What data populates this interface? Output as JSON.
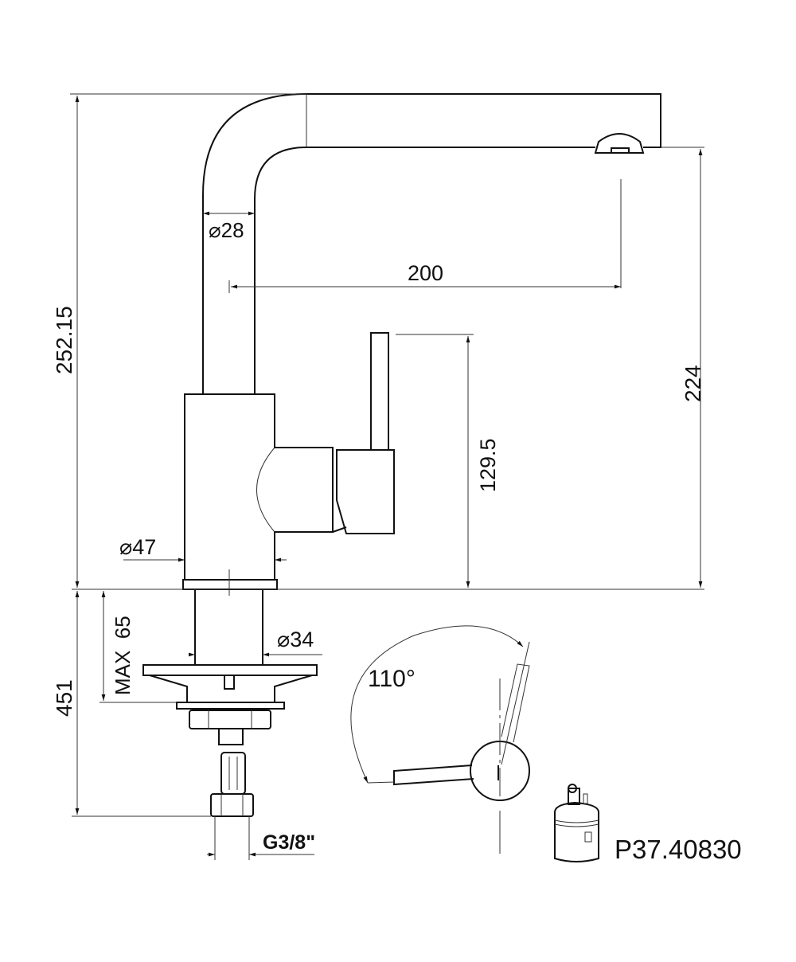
{
  "dimensions": {
    "total_height": "252.15",
    "spout_diameter": "⌀28",
    "spout_reach": "200",
    "spout_height": "224",
    "lever_height": "129.5",
    "body_diameter": "⌀47",
    "below_deck_length": "451",
    "max_deck_thickness": "MAX  65",
    "shank_diameter": "⌀34",
    "connection_thread": "G3/8ʺ"
  },
  "lever_rotation": "110°",
  "cartridge_code": "P37.40830",
  "colors": {
    "line": "#111111",
    "background": "#ffffff"
  }
}
